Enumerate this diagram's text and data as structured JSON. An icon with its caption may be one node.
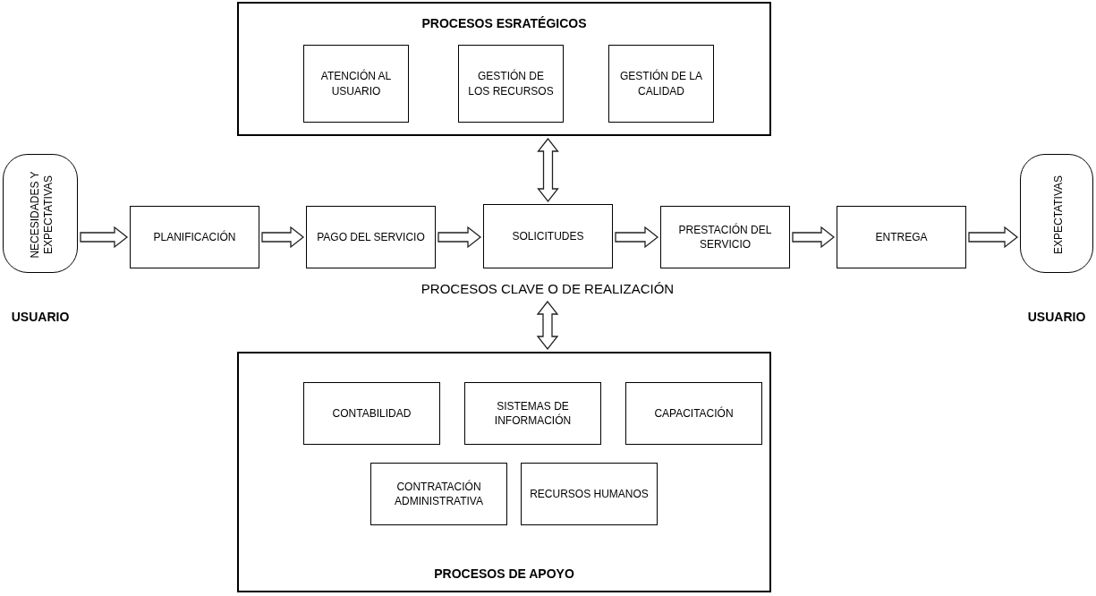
{
  "diagram": {
    "nodes": [
      {
        "text": [
          "PROCESOS ESRATÉGICOS"
        ]
      },
      {
        "text": [
          "ATENCIÓN AL USUARIO"
        ],
        "in": 0
      },
      {
        "text": [
          "GESTIÓN DE LOS RECURSOS"
        ],
        "in": 0
      },
      {
        "text": [
          "GESTIÓN DE LA CALIDAD"
        ],
        "in": 0
      },
      {
        "text": [
          "NECESIDADES Y EXPECTATIVAS"
        ],
        "beside": [
          "USUARIO"
        ]
      },
      {
        "text": [
          "PLANIFICACIÓN"
        ]
      },
      {
        "text": [
          "PAGO DEL SERVICIO"
        ]
      },
      {
        "text": [
          "SOLICITUDES"
        ]
      },
      {
        "text": [
          "PRESTACIÓN DEL SERVICIO"
        ]
      },
      {
        "text": [
          "ENTREGA"
        ]
      },
      {
        "text": [
          "EXPECTATIVAS"
        ],
        "beside": [
          "USUARIO"
        ]
      },
      {
        "text": [
          "PROCESOS CLAVE O DE REALIZACIÓN"
        ]
      },
      {
        "text": [
          "PROCESOS DE APOYO"
        ]
      },
      {
        "text": [
          "CONTABILIDAD"
        ],
        "in": 12
      },
      {
        "text": [
          "SISTEMAS DE INFORMACIÓN"
        ],
        "in": 12
      },
      {
        "text": [
          "CAPACITACIÓN"
        ],
        "in": 12
      },
      {
        "text": [
          "CONTRATACIÓN ADMINISTRATIVA"
        ],
        "in": 12
      },
      {
        "text": [
          "RECURSOS HUMANOS"
        ],
        "in": 12
      }
    ],
    "edges": [
      {
        "from": 4,
        "to": 5,
        "arrow": "to"
      },
      {
        "from": 5,
        "to": 6,
        "arrow": "to"
      },
      {
        "from": 6,
        "to": 7,
        "arrow": "to"
      },
      {
        "from": 7,
        "to": 8,
        "arrow": "to"
      },
      {
        "from": 8,
        "to": 9,
        "arrow": "to"
      },
      {
        "from": 9,
        "to": 10,
        "arrow": "to"
      },
      {
        "from": 0,
        "to": 7,
        "arrow": "both"
      },
      {
        "from": 11,
        "to": 12,
        "arrow": "both"
      }
    ]
  }
}
